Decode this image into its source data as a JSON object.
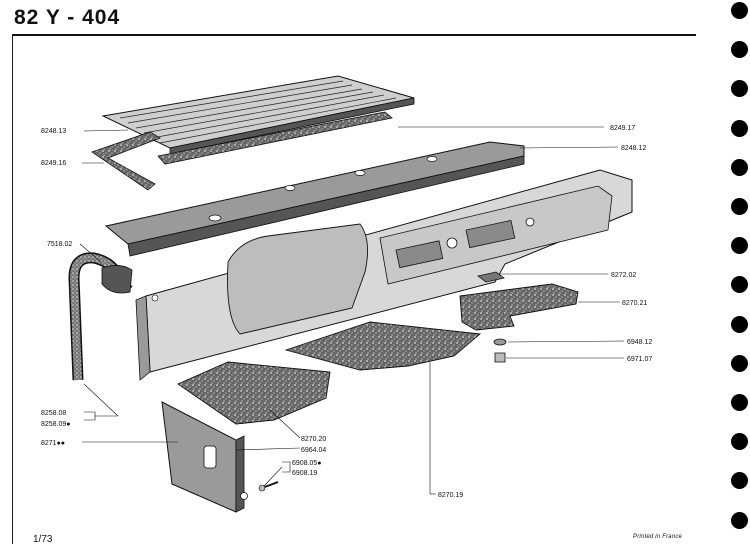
{
  "header": {
    "title": "82 Y - 404"
  },
  "footer": {
    "page_number": "1/73",
    "printed_note": "Printed in France"
  },
  "parts": [
    {
      "ref": "8248.13"
    },
    {
      "ref": "8249.17"
    },
    {
      "ref": "8249.16"
    },
    {
      "ref": "8248.12"
    },
    {
      "ref": "7518.02"
    },
    {
      "ref": "8272.02"
    },
    {
      "ref": "8270.21"
    },
    {
      "ref": "6948.12"
    },
    {
      "ref": "6971.07"
    },
    {
      "ref": "8258.08"
    },
    {
      "ref": "8258.09●"
    },
    {
      "ref": "8271●●"
    },
    {
      "ref": "8270.20"
    },
    {
      "ref": "6964.04"
    },
    {
      "ref": "6908.05●"
    },
    {
      "ref": "6908.19"
    },
    {
      "ref": "8270.19"
    }
  ],
  "punch_holes": 14
}
